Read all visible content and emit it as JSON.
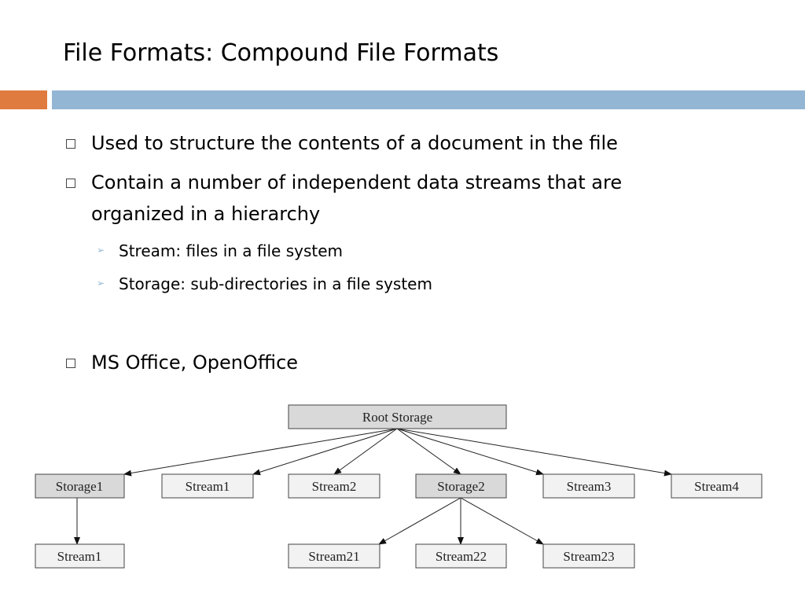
{
  "slide": {
    "title": "File Formats: Compound File Formats",
    "bullets": [
      "Used to structure the contents of a document in the file",
      "Contain a number of independent data streams that are organized in a hierarchy",
      "MS Office, OpenOffice"
    ],
    "sub_bullets": [
      "Stream: files in a file system",
      "Storage: sub-directories in a file system"
    ],
    "accent_colors": {
      "orange": "#e07b3f",
      "blue": "#93b6d4",
      "storage_fill": "#d9d9d9",
      "stream_fill": "#f2f2f2"
    }
  },
  "diagram": {
    "root": "Root Storage",
    "level1": [
      "Storage1",
      "Stream1",
      "Stream2",
      "Storage2",
      "Stream3",
      "Stream4"
    ],
    "level2_storage1": [
      "Stream1"
    ],
    "level2_storage2": [
      "Stream21",
      "Stream22",
      "Stream23"
    ]
  }
}
